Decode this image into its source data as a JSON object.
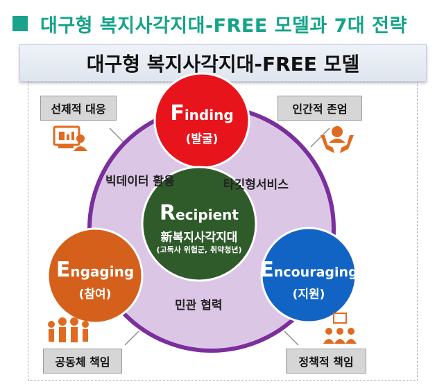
{
  "header": {
    "title": "대구형 복지사각지대-FREE 모델과 7대 전략"
  },
  "model": {
    "title": "대구형 복지사각지대-FREE 모델"
  },
  "circles": {
    "top": {
      "initial": "F",
      "rest": "inding",
      "sub": "(발굴)",
      "color": "#e8141c"
    },
    "left": {
      "initial": "E",
      "rest": "ngaging",
      "sub": "(참여)",
      "color": "#d5601b"
    },
    "right": {
      "initial": "E",
      "rest": "ncouraging",
      "sub": "(지원)",
      "color": "#1164c4"
    },
    "center": {
      "initial": "R",
      "rest": "ecipient",
      "sub": "新복지사각지대",
      "note": "(고독사 위험군, 취약청년)",
      "color": "#2f5b2a"
    }
  },
  "big_circle_color": "#dcc6e6",
  "ring_color": "#7a2f9c",
  "links": {
    "left": "빅데이터 활용",
    "right": "타깃형서비스",
    "bottom": "민관 협력"
  },
  "corners": {
    "top_left": "선제적 대응",
    "top_right": "인간적 존엄",
    "bottom_left": "공동체 책임",
    "bottom_right": "정책적 책임"
  },
  "icons": [
    "monitor-person-icon",
    "hands-person-icon",
    "group-people-icon",
    "meeting-people-icon"
  ]
}
